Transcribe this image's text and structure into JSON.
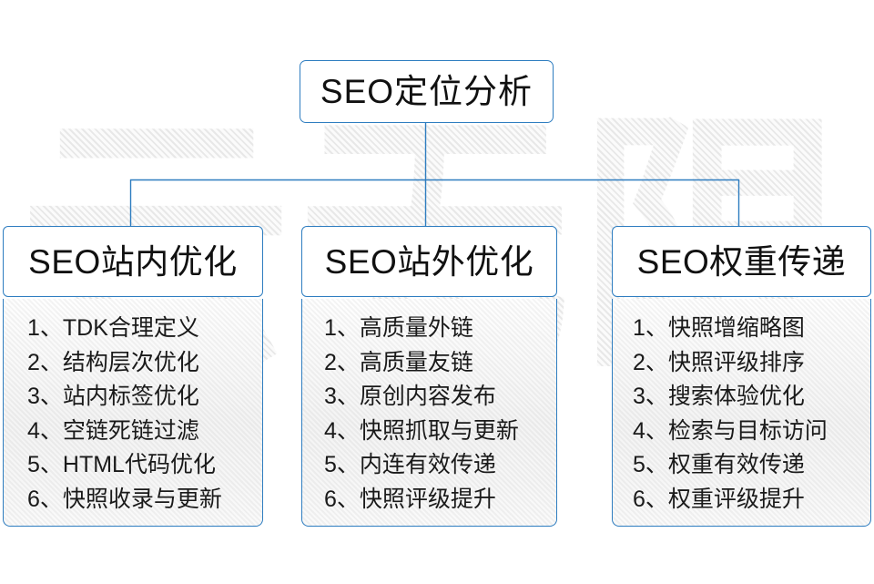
{
  "diagram": {
    "root": {
      "label": "SEO定位分析"
    },
    "watermark_text": "云无限",
    "accent_color": "#2e7dc0",
    "text_color": "#111111",
    "background_color": "#ffffff",
    "columns": [
      {
        "header": "SEO站内优化",
        "items": [
          "1、TDK合理定义",
          "2、结构层次优化",
          "3、站内标签优化",
          "4、空链死链过滤",
          "5、HTML代码优化",
          "6、快照收录与更新"
        ]
      },
      {
        "header": "SEO站外优化",
        "items": [
          "1、高质量外链",
          "2、高质量友链",
          "3、原创内容发布",
          "4、快照抓取与更新",
          "5、内连有效传递",
          "6、快照评级提升"
        ]
      },
      {
        "header": "SEO权重传递",
        "items": [
          "1、快照增缩略图",
          "2、快照评级排序",
          "3、搜索体验优化",
          "4、检索与目标访问",
          "5、权重有效传递",
          "6、权重评级提升"
        ]
      }
    ]
  }
}
